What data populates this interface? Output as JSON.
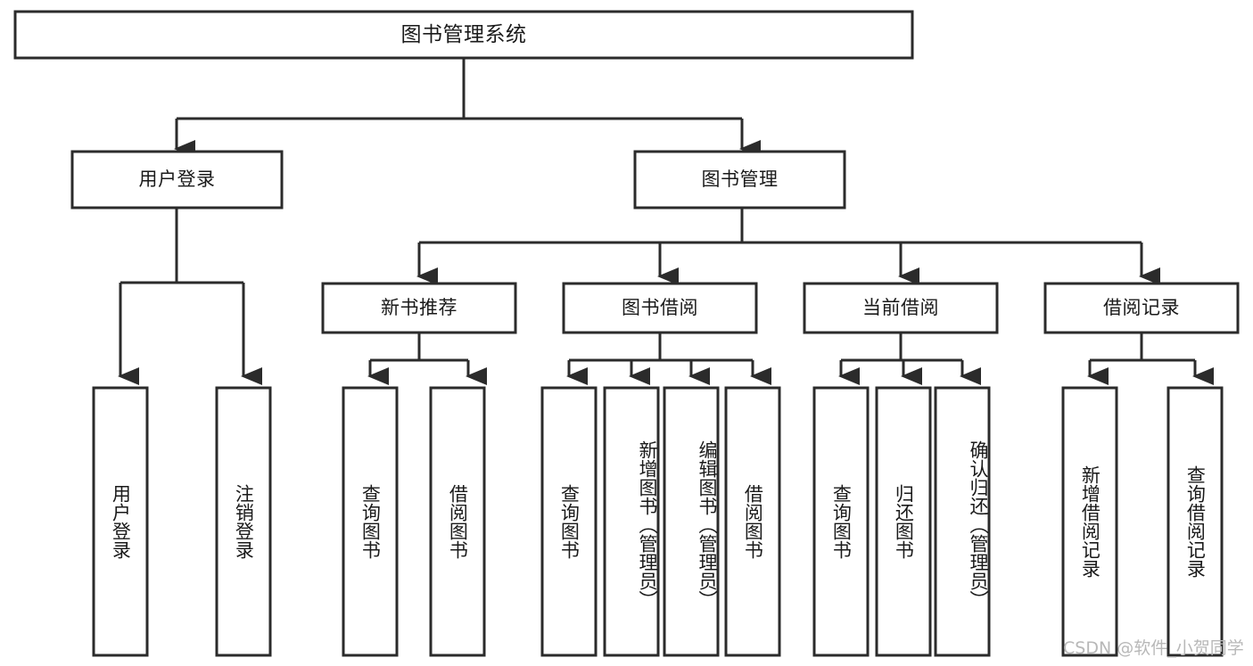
{
  "diagram": {
    "type": "tree-hierarchy-chart",
    "title": "图书管理系统",
    "watermark": "CSDN @软件_小贺同学",
    "colors": {
      "stroke": "#2b2b2b",
      "fill": "#ffffff",
      "text": "#1a1a1a",
      "watermark": "#b8b8b8"
    },
    "levels": {
      "root": {
        "label": "图书管理系统"
      },
      "level2": [
        {
          "label": "用户登录"
        },
        {
          "label": "图书管理"
        }
      ],
      "level3": [
        {
          "label": "新书推荐"
        },
        {
          "label": "图书借阅"
        },
        {
          "label": "当前借阅"
        },
        {
          "label": "借阅记录"
        }
      ],
      "leaves": {
        "user_login": [
          {
            "label": "用户登录"
          },
          {
            "label": "注销登录"
          }
        ],
        "new_book_recommend": [
          {
            "label": "查询图书"
          },
          {
            "label": "借阅图书"
          }
        ],
        "book_borrow": [
          {
            "label": "查询图书"
          },
          {
            "label": "新增图书（管理员）"
          },
          {
            "label": "编辑图书（管理员）"
          },
          {
            "label": "借阅图书"
          }
        ],
        "current_borrow": [
          {
            "label": "查询图书"
          },
          {
            "label": "归还图书"
          },
          {
            "label": "确认归还（管理员）"
          }
        ],
        "borrow_record": [
          {
            "label": "新增借阅记录"
          },
          {
            "label": "查询借阅记录"
          }
        ]
      }
    }
  }
}
